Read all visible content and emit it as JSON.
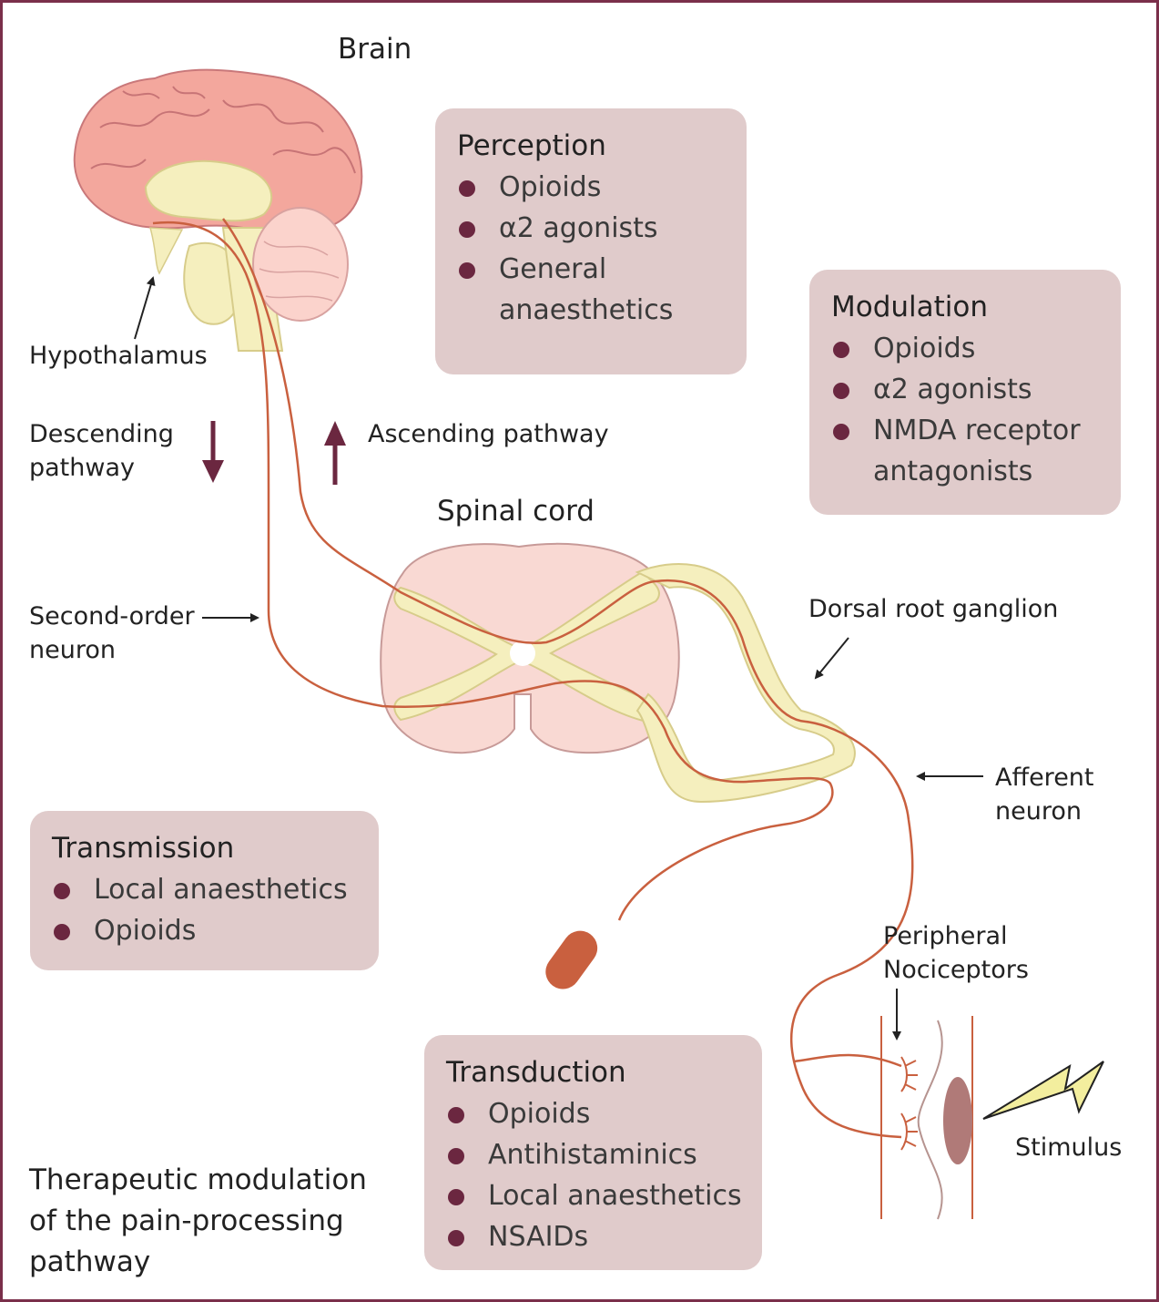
{
  "labels": {
    "brain": "Brain",
    "hypothalamus": "Hypothalamus",
    "descending": [
      "Descending",
      "pathway"
    ],
    "ascending": "Ascending pathway",
    "spinal_cord": "Spinal cord",
    "second_order": [
      "Second-order",
      "neuron"
    ],
    "dorsal_root": "Dorsal root ganglion",
    "afferent": [
      "Afferent",
      "neuron"
    ],
    "peripheral": [
      "Peripheral",
      "Nociceptors"
    ],
    "stimulus": "Stimulus"
  },
  "boxes": {
    "perception": {
      "title": "Perception",
      "items": [
        "Opioids",
        "α2 agonists",
        "General anaesthetics"
      ]
    },
    "modulation": {
      "title": "Modulation",
      "items": [
        "Opioids",
        "α2 agonists",
        "NMDA receptor antagonists"
      ]
    },
    "transmission": {
      "title": "Transmission",
      "items": [
        "Local anaesthetics",
        "Opioids"
      ]
    },
    "transduction": {
      "title": "Transduction",
      "items": [
        "Opioids",
        "Antihistaminics",
        "Local anaesthetics",
        "NSAIDs"
      ]
    }
  },
  "caption": [
    "Therapeutic modulation",
    "of the pain-processing",
    "pathway"
  ],
  "colors": {
    "frame": "#7a2f4a",
    "box_fill": "#e0cbcb",
    "bullet": "#6b2740",
    "neuron": "#c9603f",
    "tract_fill": "#f5efbe",
    "cord_fill": "#f9d9d3",
    "brain_fill": "#f3a79d",
    "stimulus": "#f3ee9e"
  }
}
